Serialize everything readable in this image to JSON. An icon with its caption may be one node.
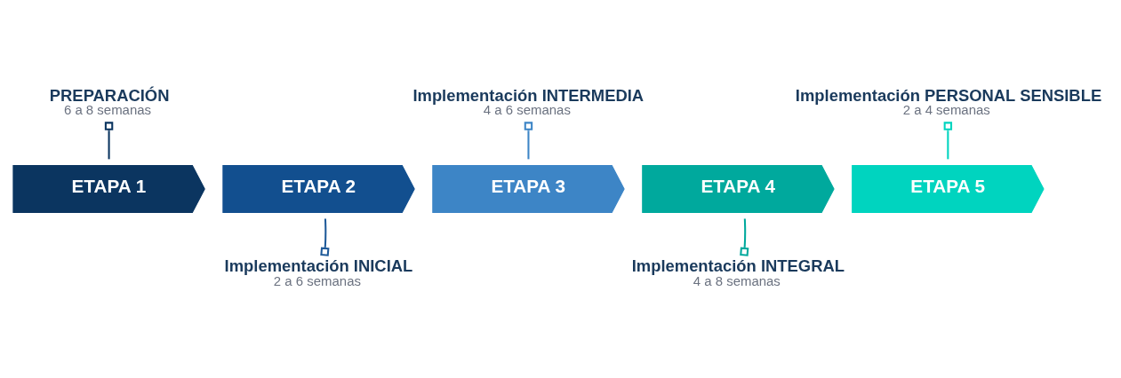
{
  "diagram": {
    "nodes": [
      {
        "text": [
          "ETAPA 1"
        ]
      },
      {
        "text": [
          "ETAPA 2"
        ]
      },
      {
        "text": [
          "ETAPA 3"
        ]
      },
      {
        "text": [
          "ETAPA 4"
        ]
      },
      {
        "text": [
          "ETAPA 5"
        ]
      },
      {
        "text": [
          "PREPARACIÓN",
          "6 a 8 semanas"
        ]
      },
      {
        "text": [
          "Implementación INICIAL",
          "2 a 6 semanas"
        ]
      },
      {
        "text": [
          "Implementación INTERMEDIA",
          "4 a 6 semanas"
        ]
      },
      {
        "text": [
          "Implementación INTEGRAL",
          "4 a 8 semanas"
        ]
      },
      {
        "text": [
          "Implementación PERSONAL SENSIBLE",
          "2 a 4 semanas"
        ]
      }
    ],
    "edges": [
      {
        "from": 5,
        "to": 0,
        "arrow": "other",
        "color": "#0b3560"
      },
      {
        "from": 6,
        "to": 1,
        "arrow": "other",
        "color": "#1f5a99"
      },
      {
        "from": 7,
        "to": 2,
        "arrow": "other",
        "color": "#3d85c6"
      },
      {
        "from": 8,
        "to": 3,
        "arrow": "other",
        "color": "#00a99d"
      },
      {
        "from": 9,
        "to": 4,
        "arrow": "other",
        "color": "#00d4bf"
      }
    ]
  }
}
